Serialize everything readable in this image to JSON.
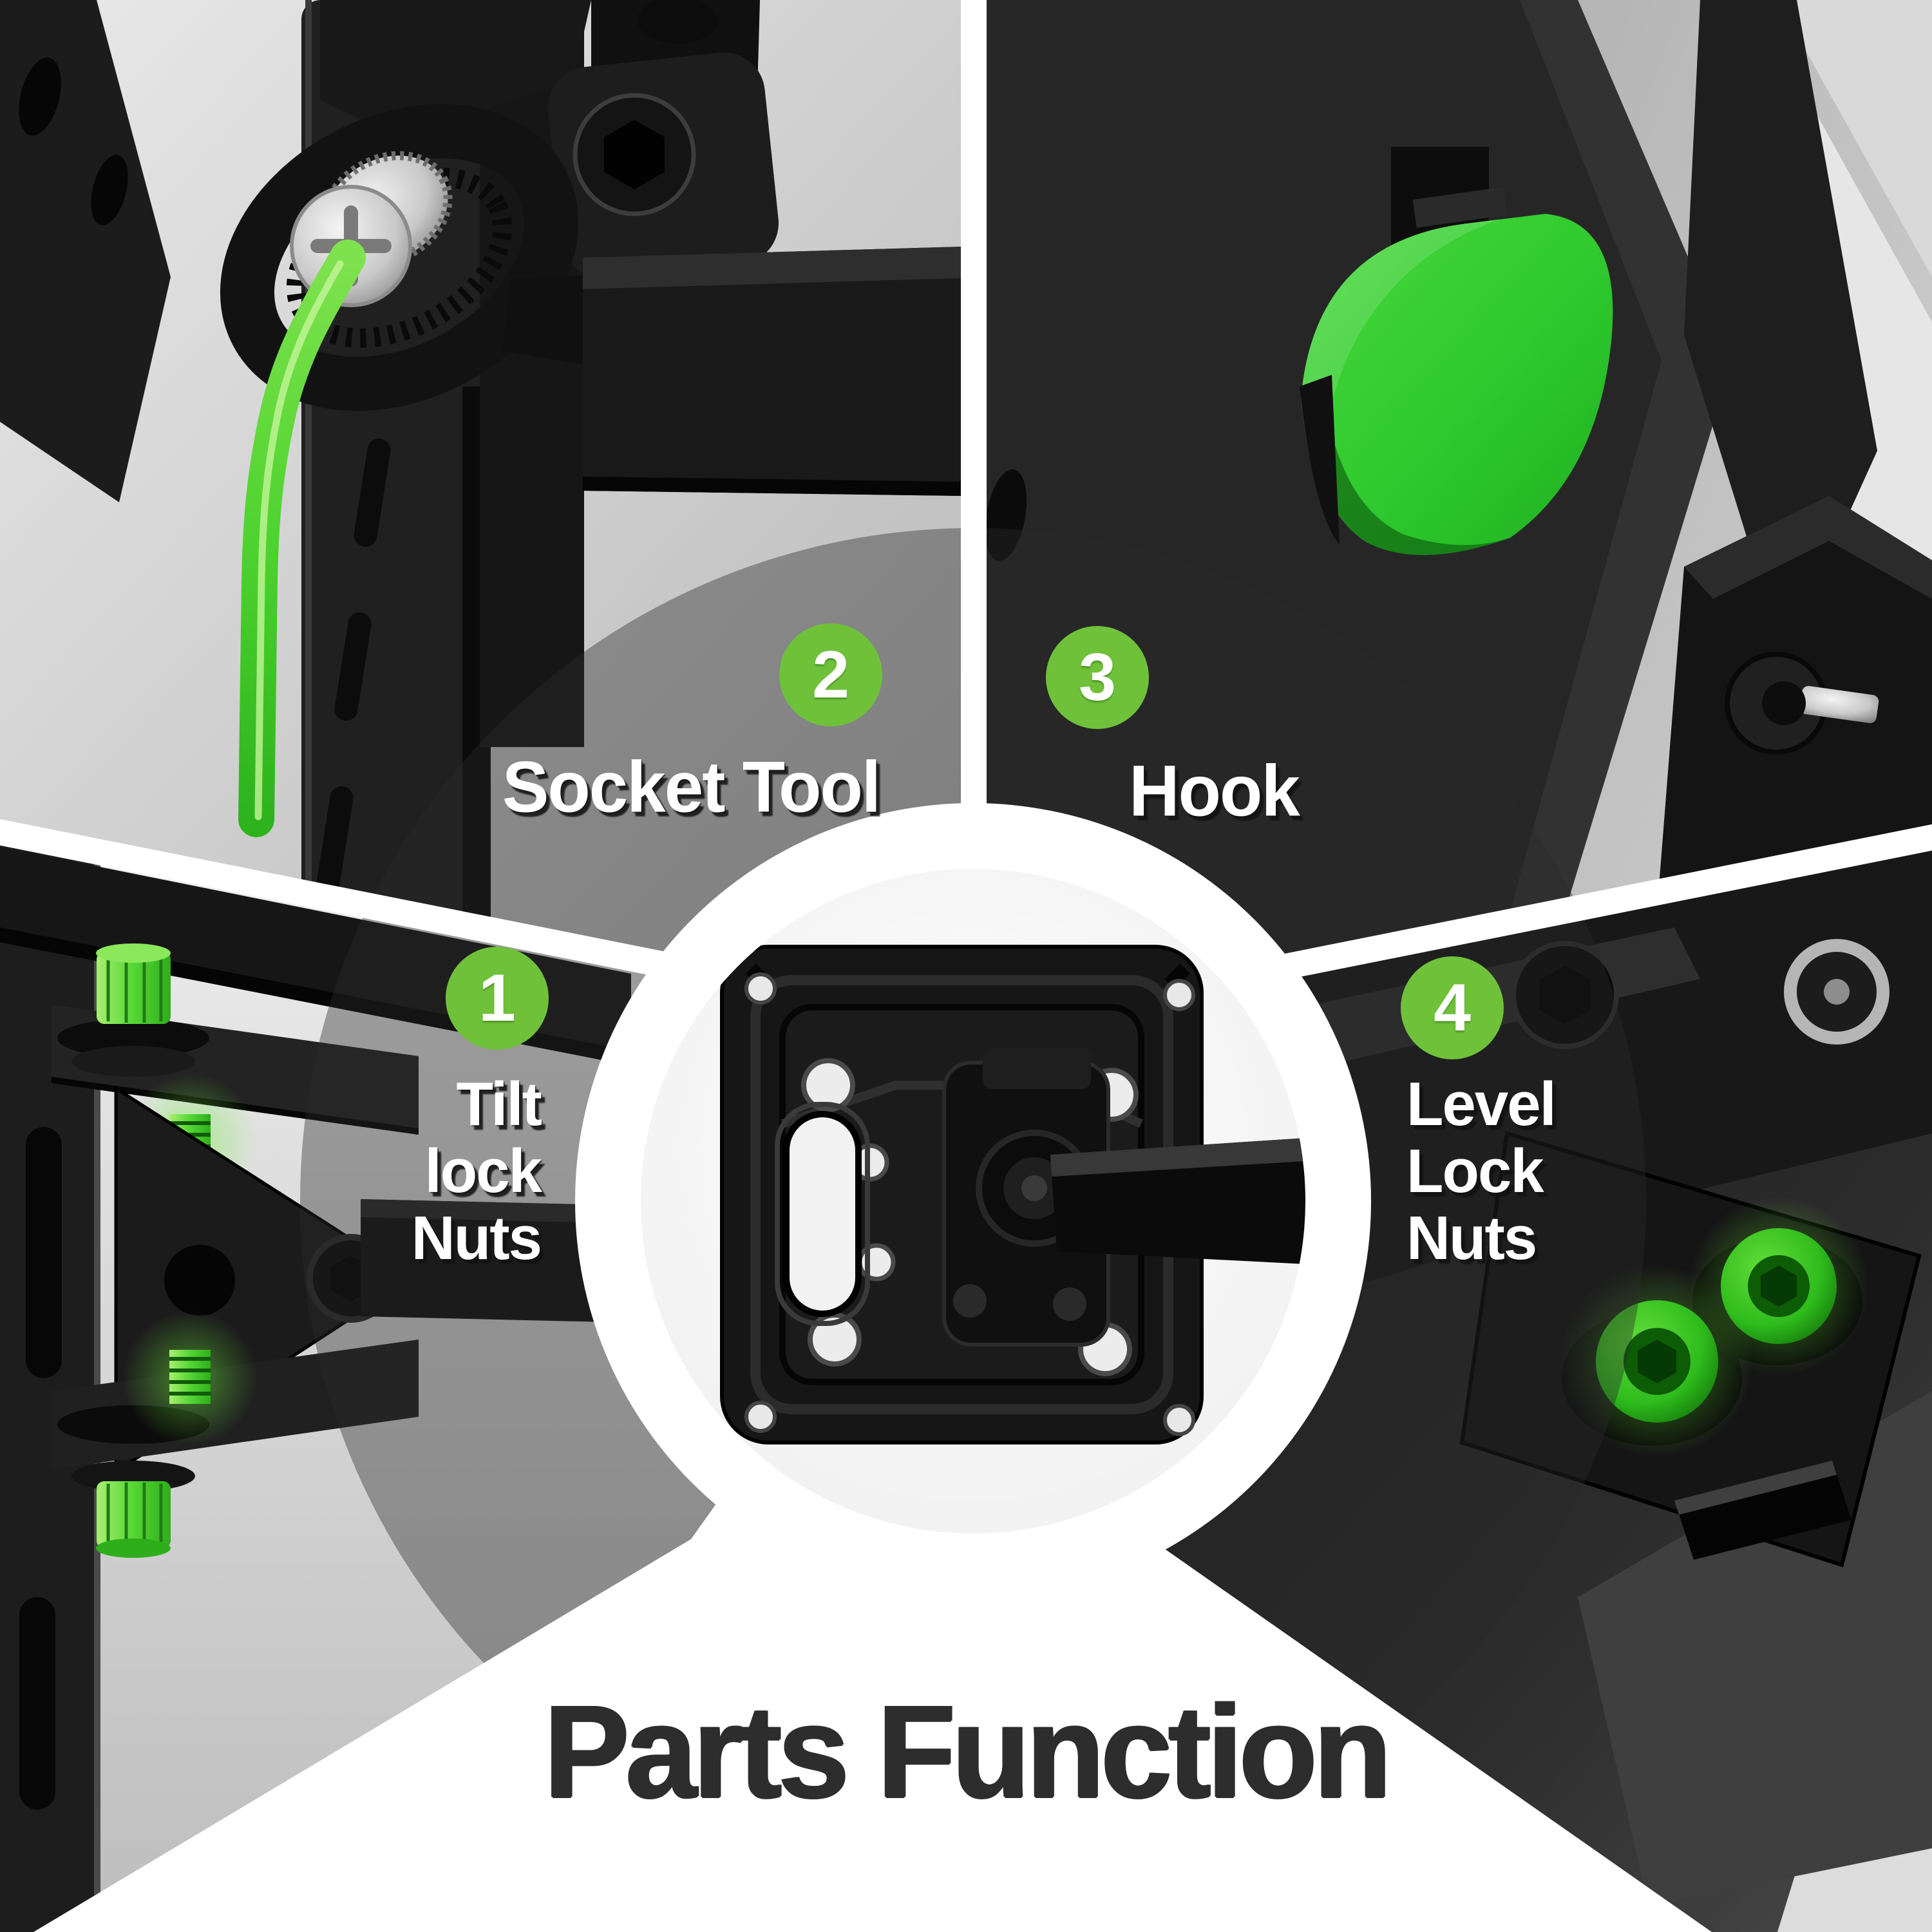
{
  "title": {
    "text": "Parts Function",
    "color": "#2d2d2d"
  },
  "colors": {
    "canvas": "#ffffff",
    "badge_green": "#6fc13a",
    "hook_green": "#2ec92e",
    "allen_key_green": "#4ed32f",
    "nut_green": "#3ecb28",
    "bolt_green": "#35c31d",
    "photo_light_gray": "#d8d8d8",
    "photo_dark": "#1a1a1a",
    "overlay_gray": "rgba(42,42,42,0.40)"
  },
  "callouts": [
    {
      "number": "1",
      "label": "Tilt lock Nuts",
      "lines": [
        "Tilt",
        "lock",
        "Nuts"
      ],
      "icon": "tilt-lock-nuts-photo"
    },
    {
      "number": "2",
      "label": "Socket Tool",
      "icon": "socket-tool-photo"
    },
    {
      "number": "3",
      "label": "Hook",
      "icon": "hook-photo"
    },
    {
      "number": "4",
      "label": "Level Lock Nuts",
      "lines": [
        "Level",
        "Lock",
        "Nuts"
      ],
      "icon": "level-lock-nuts-photo"
    }
  ],
  "center_figure": {
    "icon": "vesa-mount-plate-photo"
  }
}
